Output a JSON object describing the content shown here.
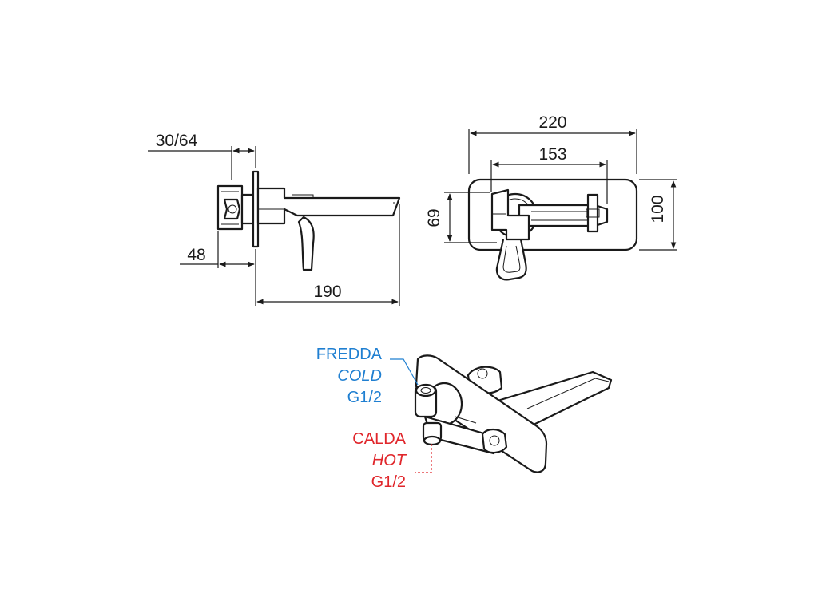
{
  "dimensions": {
    "side_view": {
      "projection": "30/64",
      "plate_depth": "48",
      "spout_length": "190"
    },
    "front_view": {
      "plate_width": "220",
      "spout_width": "153",
      "spout_height": "69",
      "plate_height": "100"
    }
  },
  "connections": {
    "cold": {
      "label_it": "FREDDA",
      "label_en": "COLD",
      "thread": "G1/2",
      "color": "#1f7fd1"
    },
    "hot": {
      "label_it": "CALDA",
      "label_en": "HOT",
      "thread": "G1/2",
      "color": "#e0262b"
    }
  }
}
